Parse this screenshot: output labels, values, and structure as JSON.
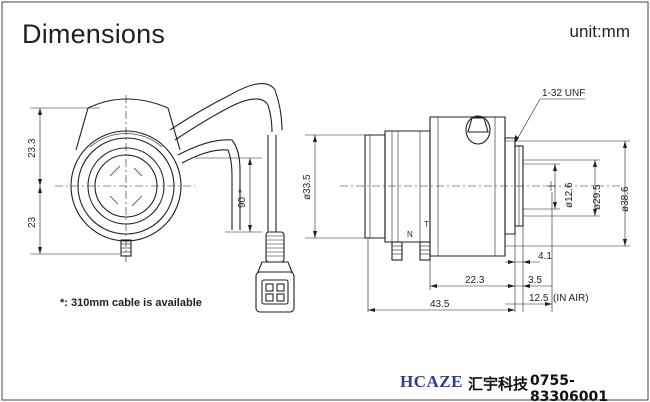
{
  "title": "Dimensions",
  "unit_label": "unit:mm",
  "footnote": "*: 310mm cable is available",
  "left_view": {
    "dim_upper": "23.3",
    "dim_lower": "23",
    "dim_cable": "90",
    "dim_cable_star": "*"
  },
  "side_view": {
    "thread_label": "1-32 UNF",
    "dim_outer_dia": "ø33.5",
    "dim_inner_dia": "ø12.6",
    "dim_mid_dia": "ø29.5",
    "dim_max_dia": "ø38.6",
    "dim_4_1": "4.1",
    "dim_22_3": "22.3",
    "dim_3_5": "3.5",
    "dim_43_5": "43.5",
    "dim_12_5": "12.5",
    "dim_in_air": "(IN AIR)",
    "knob_n": "N",
    "knob_t": "T"
  },
  "brand": {
    "logo": "HCAZE",
    "name_cn": "汇宇科技",
    "phone": "0755-83306001"
  }
}
